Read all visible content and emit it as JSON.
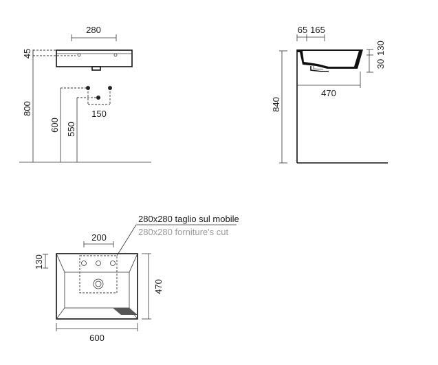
{
  "front_view": {
    "width_label": "280",
    "top_height_label": "45",
    "height_label": "800",
    "drain_height_label": "600",
    "trap_height_label": "550",
    "taps_spacing_label": "150"
  },
  "side_view": {
    "label_65": "65",
    "label_165": "165",
    "label_30": "30",
    "label_130": "130",
    "depth_label": "470",
    "height_label": "840"
  },
  "top_view": {
    "cut_spacing_label": "200",
    "back_depth_label": "130",
    "depth_label": "470",
    "width_label": "600",
    "note_it": "280x280 taglio sul mobile",
    "note_en": "280x280 forniture's cut"
  }
}
